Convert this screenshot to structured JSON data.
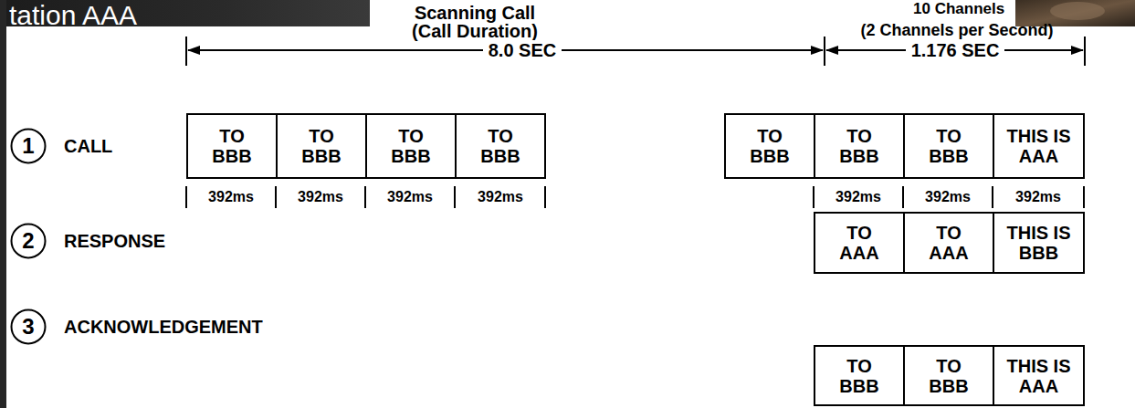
{
  "diagram": {
    "nodes": [
      {
        "text": [
          "1"
        ]
      },
      {
        "text": [
          "TO BBB"
        ]
      },
      {
        "text": [
          "TO BBB"
        ]
      },
      {
        "text": [
          "TO BBB"
        ]
      },
      {
        "text": [
          "TO BBB"
        ]
      },
      {
        "text": [
          "TO BBB"
        ]
      },
      {
        "text": [
          "TO BBB"
        ]
      },
      {
        "text": [
          "TO BBB"
        ]
      },
      {
        "text": [
          "THIS IS AAA"
        ]
      },
      {
        "text": [
          "2"
        ]
      },
      {
        "text": [
          "TO AAA"
        ]
      },
      {
        "text": [
          "TO AAA"
        ]
      },
      {
        "text": [
          "THIS IS BBB"
        ]
      },
      {
        "text": [
          "3"
        ]
      },
      {
        "text": [
          "TO BBB"
        ]
      },
      {
        "text": [
          "TO BBB"
        ]
      },
      {
        "text": [
          "THIS IS AAA"
        ]
      }
    ],
    "labels": [
      "tation AAA",
      "10 Channels",
      "Scanning Call",
      "(Call Duration)",
      "8.0 SEC",
      "(2 Channels per Second)",
      "1.176 SEC",
      "CALL",
      "392ms",
      "392ms",
      "392ms",
      "392ms",
      "392ms",
      "392ms",
      "392ms",
      "RESPONSE",
      "ACKNOWLEDGEMENT"
    ]
  }
}
